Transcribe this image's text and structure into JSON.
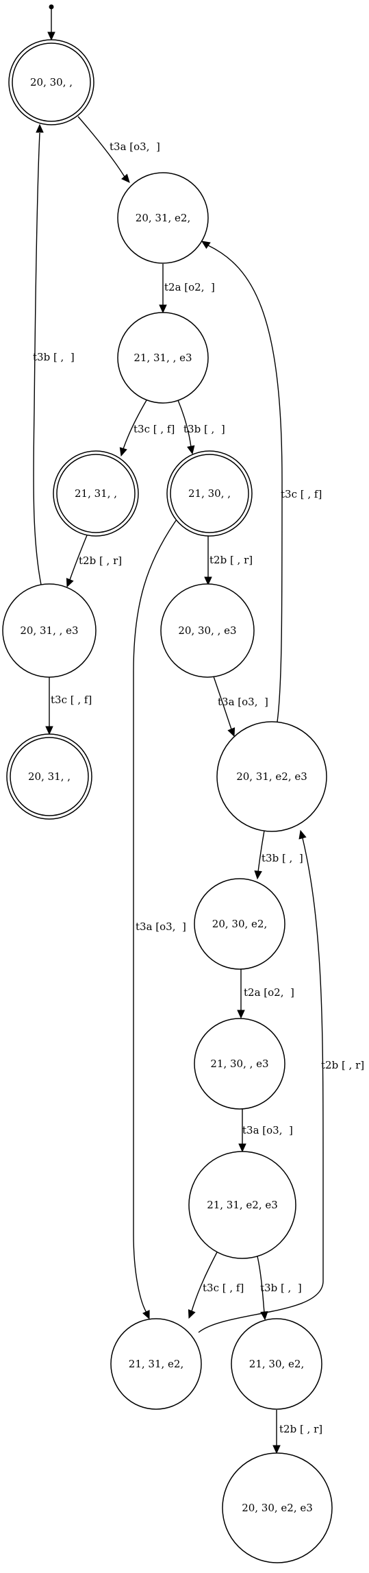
{
  "diagram": {
    "type": "state-machine",
    "nodes": [
      {
        "id": "n1",
        "label": "20, 30, ,",
        "accepting": true
      },
      {
        "id": "n2",
        "label": "20, 31, e2,",
        "accepting": false
      },
      {
        "id": "n3",
        "label": "21, 31, , e3",
        "accepting": false
      },
      {
        "id": "n4",
        "label": "21, 31, ,",
        "accepting": true
      },
      {
        "id": "n5",
        "label": "21, 30, ,",
        "accepting": true
      },
      {
        "id": "n6",
        "label": "20, 31, , e3",
        "accepting": false
      },
      {
        "id": "n7",
        "label": "20, 30, , e3",
        "accepting": false
      },
      {
        "id": "n8",
        "label": "20, 31, ,",
        "accepting": true
      },
      {
        "id": "n9",
        "label": "20, 31, e2, e3",
        "accepting": false
      },
      {
        "id": "n10",
        "label": "20, 30, e2,",
        "accepting": false
      },
      {
        "id": "n11",
        "label": "21, 30, , e3",
        "accepting": false
      },
      {
        "id": "n12",
        "label": "21, 31, e2, e3",
        "accepting": false
      },
      {
        "id": "n13",
        "label": "21, 31, e2,",
        "accepting": false
      },
      {
        "id": "n14",
        "label": "21, 30, e2,",
        "accepting": false
      },
      {
        "id": "n15",
        "label": "20, 30, e2, e3",
        "accepting": false
      }
    ],
    "edges": [
      {
        "id": "e0",
        "from": "start",
        "to": "n1",
        "label": ""
      },
      {
        "id": "e1",
        "from": "n1",
        "to": "n2",
        "label": "t3a [o3,  ]"
      },
      {
        "id": "e2",
        "from": "n2",
        "to": "n3",
        "label": "t2a [o2,  ]"
      },
      {
        "id": "e3",
        "from": "n3",
        "to": "n4",
        "label": "t3c [ , f]"
      },
      {
        "id": "e4",
        "from": "n3",
        "to": "n5",
        "label": "t3b [ ,  ]"
      },
      {
        "id": "e5",
        "from": "n4",
        "to": "n6",
        "label": "t2b [ , r]"
      },
      {
        "id": "e6",
        "from": "n6",
        "to": "n1",
        "label": "t3b [ ,  ]"
      },
      {
        "id": "e7",
        "from": "n6",
        "to": "n8",
        "label": "t3c [ , f]"
      },
      {
        "id": "e8",
        "from": "n5",
        "to": "n7",
        "label": "t2b [ , r]"
      },
      {
        "id": "e9",
        "from": "n5",
        "to": "n13",
        "label": "t3a [o3,  ]"
      },
      {
        "id": "e10",
        "from": "n7",
        "to": "n9",
        "label": "t3a [o3,  ]"
      },
      {
        "id": "e11",
        "from": "n9",
        "to": "n2",
        "label": "t3c [ , f]"
      },
      {
        "id": "e12",
        "from": "n9",
        "to": "n10",
        "label": "t3b [ ,  ]"
      },
      {
        "id": "e13",
        "from": "n10",
        "to": "n11",
        "label": "t2a [o2,  ]"
      },
      {
        "id": "e14",
        "from": "n11",
        "to": "n12",
        "label": "t3a [o3,  ]"
      },
      {
        "id": "e15",
        "from": "n12",
        "to": "n13",
        "label": "t3c [ , f]"
      },
      {
        "id": "e16",
        "from": "n12",
        "to": "n14",
        "label": "t3b [ ,  ]"
      },
      {
        "id": "e17",
        "from": "n13",
        "to": "n9",
        "label": "t2b [ , r]"
      },
      {
        "id": "e18",
        "from": "n14",
        "to": "n15",
        "label": "t2b [ , r]"
      }
    ]
  }
}
